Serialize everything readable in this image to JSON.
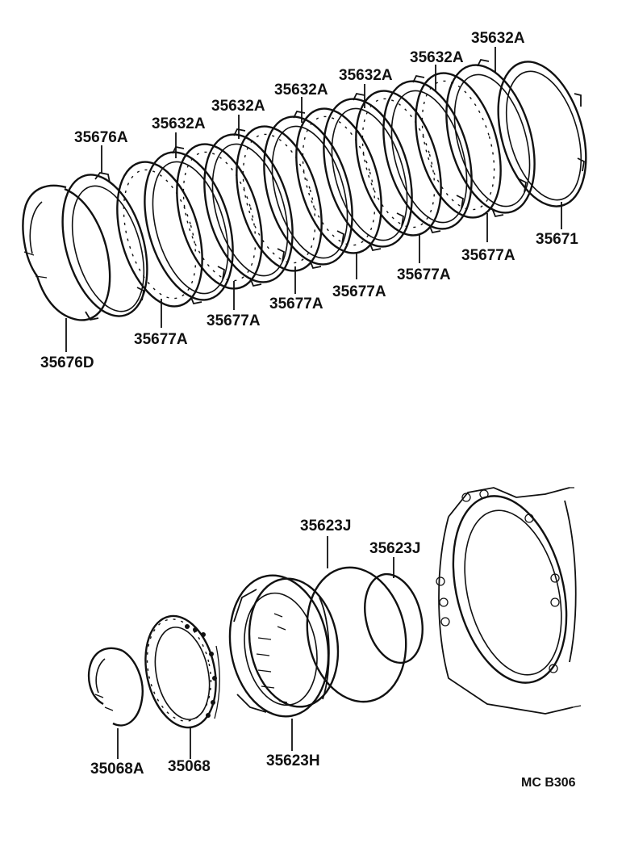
{
  "diagram": {
    "code": "MC B306",
    "labels": {
      "snap_ring_upper": "35676D",
      "flange_plate": "35676A",
      "disc_1": "35632A",
      "disc_2": "35632A",
      "disc_3": "35632A",
      "disc_4": "35632A",
      "disc_5": "35632A",
      "disc_6": "35632A",
      "plate_1": "35677A",
      "plate_2": "35677A",
      "plate_3": "35677A",
      "plate_4": "35677A",
      "plate_5": "35677A",
      "plate_6": "35677A",
      "cushion_plate": "35671",
      "snap_ring_lower": "35068A",
      "return_spring": "35068",
      "piston": "35623H",
      "o_ring_outer": "35623J",
      "o_ring_inner": "35623J"
    }
  }
}
